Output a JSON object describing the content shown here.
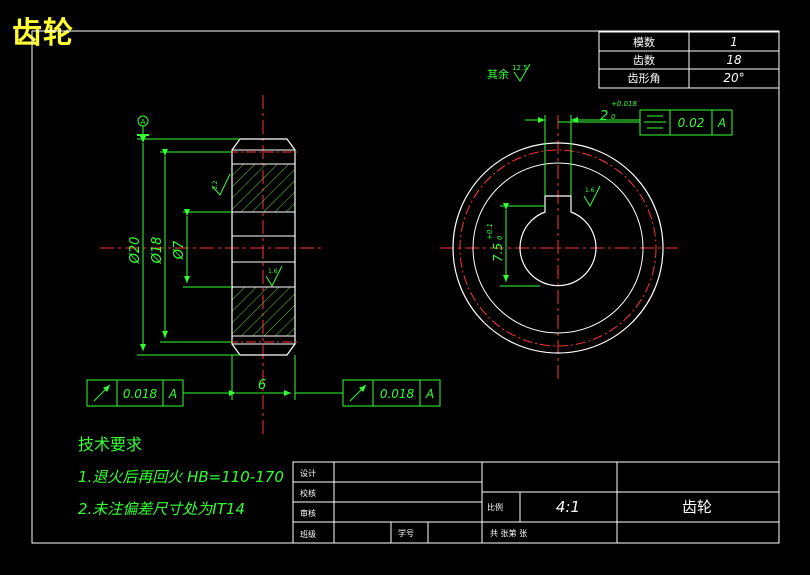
{
  "drawing": {
    "title": "齿轮"
  },
  "params_table": [
    {
      "label": "模数",
      "value": "1"
    },
    {
      "label": "齿数",
      "value": "18"
    },
    {
      "label": "齿形角",
      "value": "20°"
    }
  ],
  "surface_finish": {
    "general_label": "其余",
    "general_value": "12.5",
    "tooth_face": "3.2",
    "bore": "1.6",
    "bore_face": "1.6"
  },
  "dimensions": {
    "dia_20": "Ø20",
    "dia_18": "Ø18",
    "dia_7": "Ø7",
    "width": "6",
    "keyway_width": "2",
    "keyway_width_tol_upper": "+0.018",
    "keyway_width_tol_lower": "0",
    "keyway_depth": "7.5",
    "keyway_depth_tol_upper": "+0.1",
    "keyway_depth_tol_lower": "0",
    "datum": "A"
  },
  "tolerances": [
    {
      "symbol": "runout",
      "value": "0.018",
      "datum": "A"
    },
    {
      "symbol": "runout",
      "value": "0.018",
      "datum": "A"
    },
    {
      "symbol": "symmetry",
      "value": "0.02",
      "datum": "A"
    }
  ],
  "requirements": {
    "heading": "技术要求",
    "items": [
      "1.退火后再回火 HB=110-170",
      "2.未注偏差尺寸处为IT14"
    ]
  },
  "title_block": {
    "rows": [
      "设计",
      "校核",
      "审核",
      "班级"
    ],
    "student_no_label": "学号",
    "scale_label": "比例",
    "scale_value": "4:1",
    "part_name": "齿轮",
    "sheet_info": "共  张第  张"
  },
  "colors": {
    "background": "#000000",
    "outline": "#ffffff",
    "dimension": "#33ff33",
    "centerline": "#ff3333",
    "title": "#ffff33",
    "hatch": "#66cc33"
  }
}
